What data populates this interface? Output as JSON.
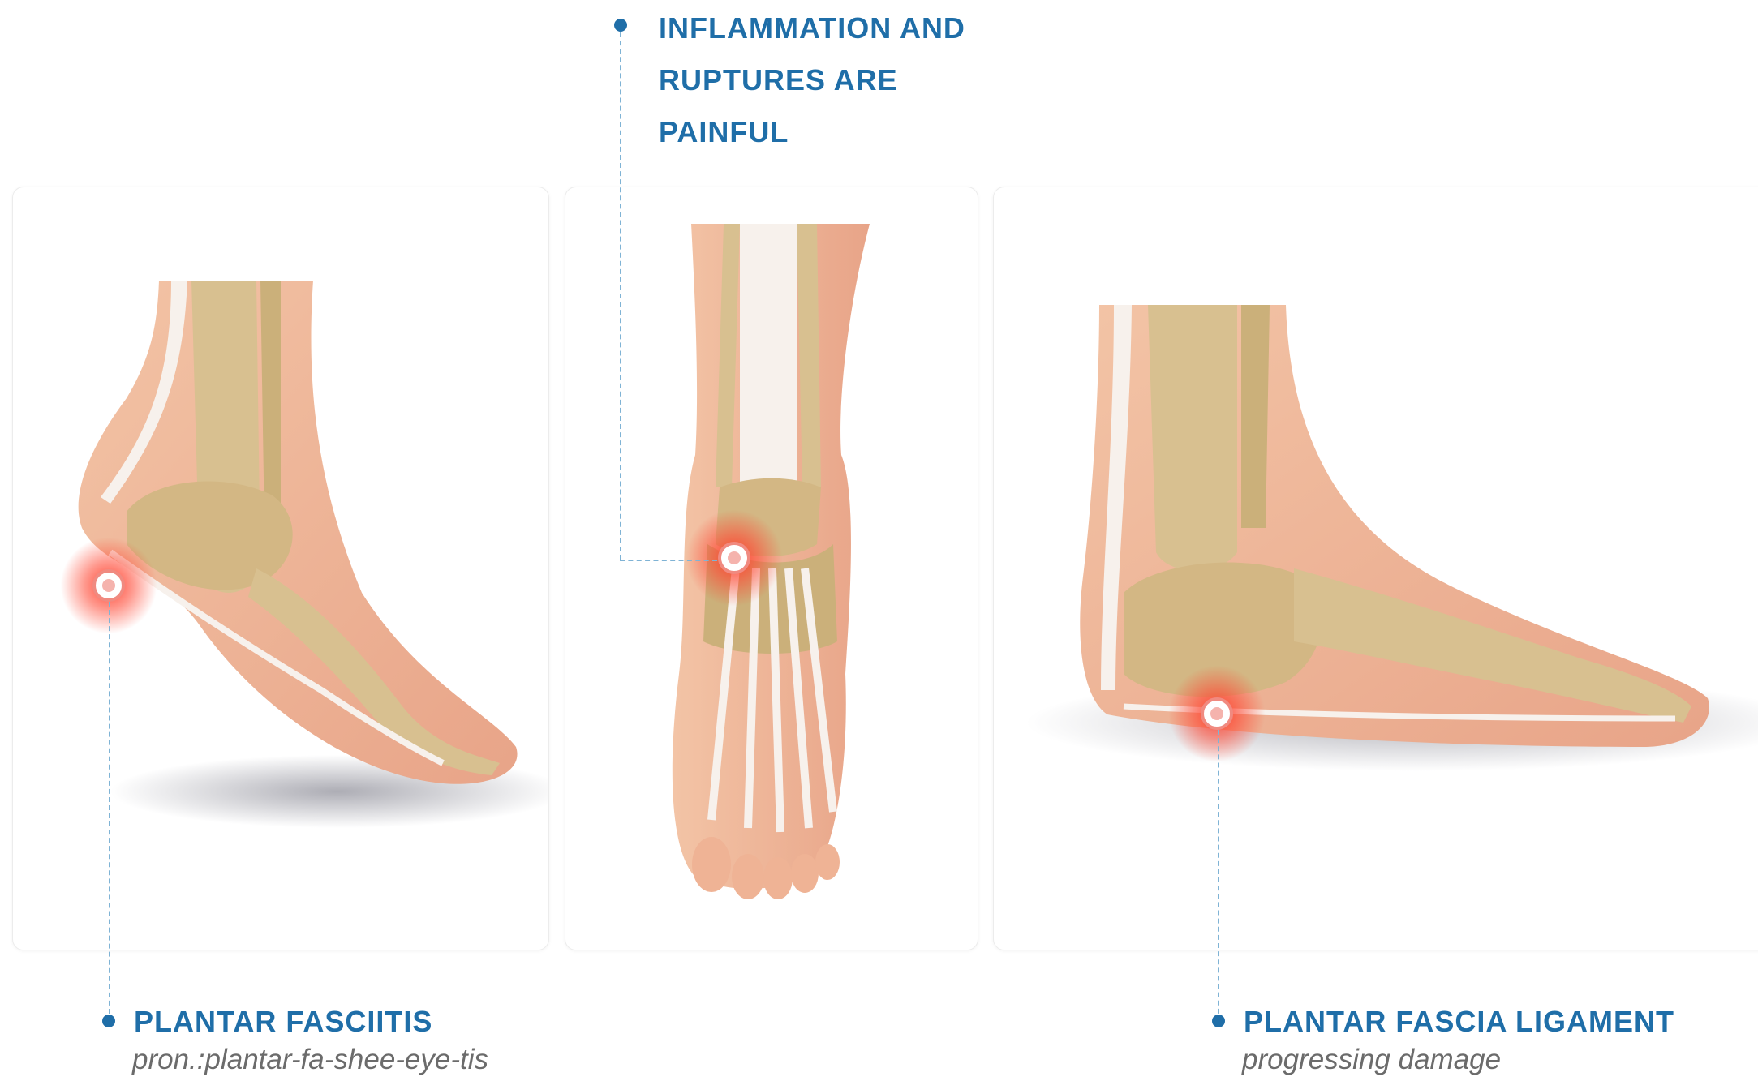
{
  "callouts": {
    "top": {
      "lines": [
        "INFLAMMATION AND",
        "RUPTURES ARE",
        "PAINFUL"
      ]
    },
    "left": {
      "title": "PLANTAR FASCIITIS",
      "subtitle": "pron.:plantar-fa-shee-eye-tis"
    },
    "right": {
      "title": "PLANTAR FASCIA LIGAMENT",
      "subtitle": "progressing damage"
    }
  },
  "panels": [
    {
      "view": "side-view-heel-raised"
    },
    {
      "view": "front-view-foot"
    },
    {
      "view": "side-view-flat-foot"
    }
  ],
  "colors": {
    "accent": "#1f6ea8",
    "dashed_line": "#7fb3d5",
    "pain": "#ff3c28",
    "bone": "#d8c090",
    "skin": "#f0b898"
  }
}
